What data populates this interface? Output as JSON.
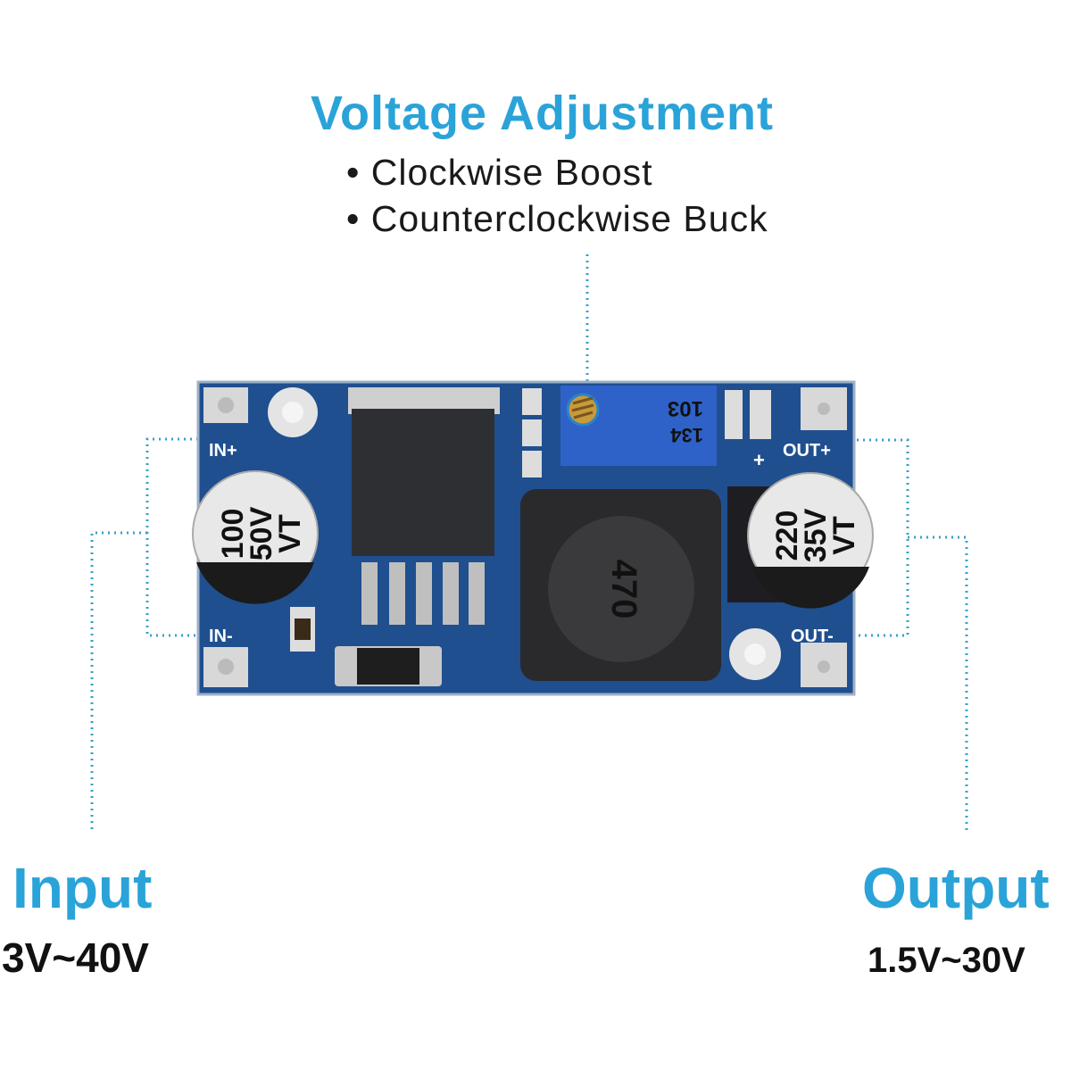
{
  "header": {
    "title": "Voltage Adjustment",
    "bullets": [
      "• Clockwise Boost",
      "• Counterclockwise Buck"
    ]
  },
  "input": {
    "label": "Input",
    "range": "3V~40V"
  },
  "output": {
    "label": "Output",
    "range": "1.5V~30V"
  },
  "board": {
    "in_plus": "IN+",
    "in_minus": "IN-",
    "out_plus": "OUT+",
    "out_minus": "OUT-",
    "plus_mark": "+",
    "input_cap": [
      "100",
      "50V",
      "VT"
    ],
    "output_cap": [
      "220",
      "35V",
      "VT"
    ],
    "pot_code": "103",
    "pot_code2": "134",
    "inductor": "470"
  },
  "colors": {
    "accent": "#2aa3d8",
    "pcb": "#1f4f8f",
    "pot": "#2f62c8"
  }
}
